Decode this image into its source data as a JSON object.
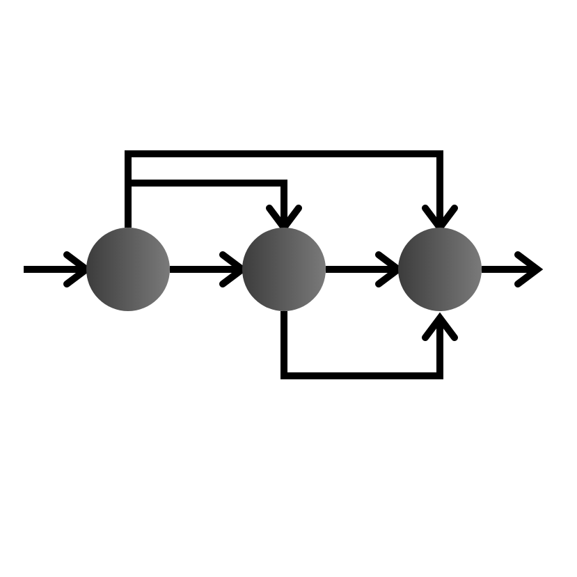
{
  "diagram": {
    "type": "flow",
    "node_fill_gradient": [
      "#3c3c3c",
      "#7a7a7a"
    ],
    "edge_color": "#000000",
    "background": "#ffffff",
    "nodes": [
      {
        "id": "node-1"
      },
      {
        "id": "node-2"
      },
      {
        "id": "node-3"
      }
    ],
    "edges": [
      {
        "id": "input",
        "from": null,
        "to": "node-1",
        "route": "straight"
      },
      {
        "id": "node-1-to-node-2",
        "from": "node-1",
        "to": "node-2",
        "route": "straight"
      },
      {
        "id": "node-2-to-node-3",
        "from": "node-2",
        "to": "node-3",
        "route": "straight"
      },
      {
        "id": "output",
        "from": "node-3",
        "to": null,
        "route": "straight"
      },
      {
        "id": "skip-node-1-to-node-2",
        "from": "node-1",
        "to": "node-2",
        "route": "over-top"
      },
      {
        "id": "skip-node-1-to-node-3",
        "from": "node-1",
        "to": "node-3",
        "route": "over-top"
      },
      {
        "id": "skip-node-2-to-node-3",
        "from": "node-2",
        "to": "node-3",
        "route": "under-bottom"
      }
    ]
  }
}
